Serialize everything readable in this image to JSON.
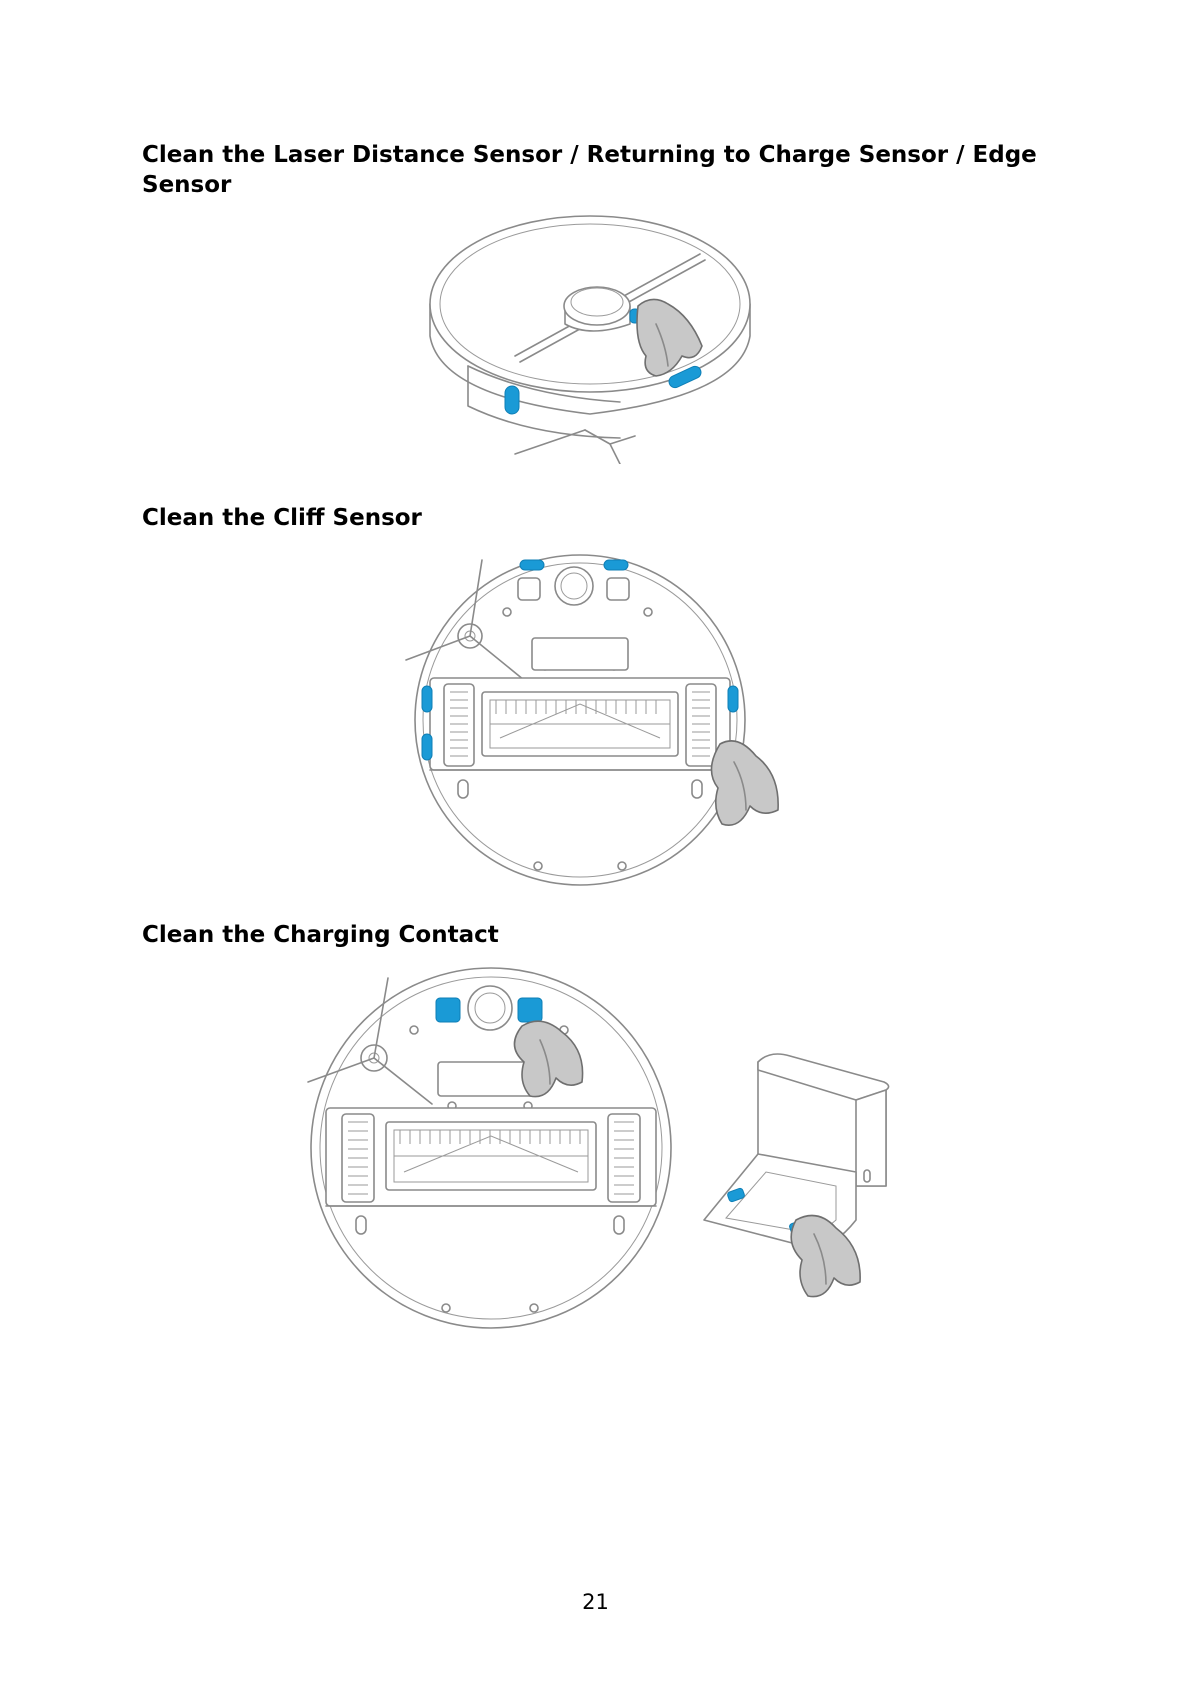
{
  "sections": [
    {
      "heading": "Clean the Laser Distance Sensor / Returning to Charge Sensor / Edge Sensor"
    },
    {
      "heading": "Clean the Cliff Sensor"
    },
    {
      "heading": "Clean the Charging Contact"
    }
  ],
  "page_number": "21",
  "colors": {
    "sensor_highlight": "#1a9ad6",
    "cloth": "#c8c8c8",
    "outline": "#8a8a8a"
  }
}
